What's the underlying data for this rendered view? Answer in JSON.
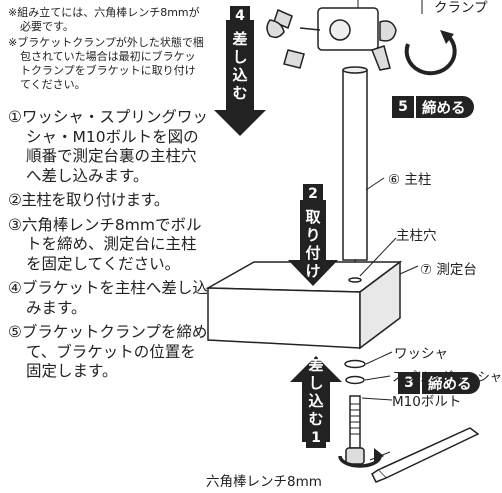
{
  "notes": [
    "※組み立てには、六角棒レンチ8mmが必要です。",
    "※ブラケットクランプが外した状態で梱包されていた場合は最初にブラケットクランプをブラケットに取り付けてください。"
  ],
  "steps": [
    "①ワッシャ・スプリングワッシャ・M10ボルトを図の順番で測定台裏の主柱穴へ差し込みます。",
    "②主柱を取り付けます。",
    "③六角棒レンチ8mmでボルトを締め、測定台に主柱を固定してください。",
    "④ブラケットを主柱へ差し込みます。",
    "⑤ブラケットクランプを締めて、ブラケットの位置を固定します。"
  ],
  "labels": {
    "clamp": "クランプ",
    "column": "⑥ 主柱",
    "column_hole": "主柱穴",
    "base": "⑦ 測定台",
    "washer": "ワッシャ",
    "spring_washer": "スプリングワッシャ",
    "bolt": "M10ボルト",
    "wrench": "六角棒レンチ8mm"
  },
  "arrows": {
    "a4": {
      "num": "4",
      "text": "差し込む"
    },
    "a2": {
      "num": "2",
      "text": "取り付け"
    },
    "a1": {
      "num": "1",
      "text": "差し込む"
    }
  },
  "badges": {
    "b5": {
      "num": "5",
      "text": "締める"
    },
    "b3": {
      "num": "3",
      "text": "締める"
    }
  }
}
